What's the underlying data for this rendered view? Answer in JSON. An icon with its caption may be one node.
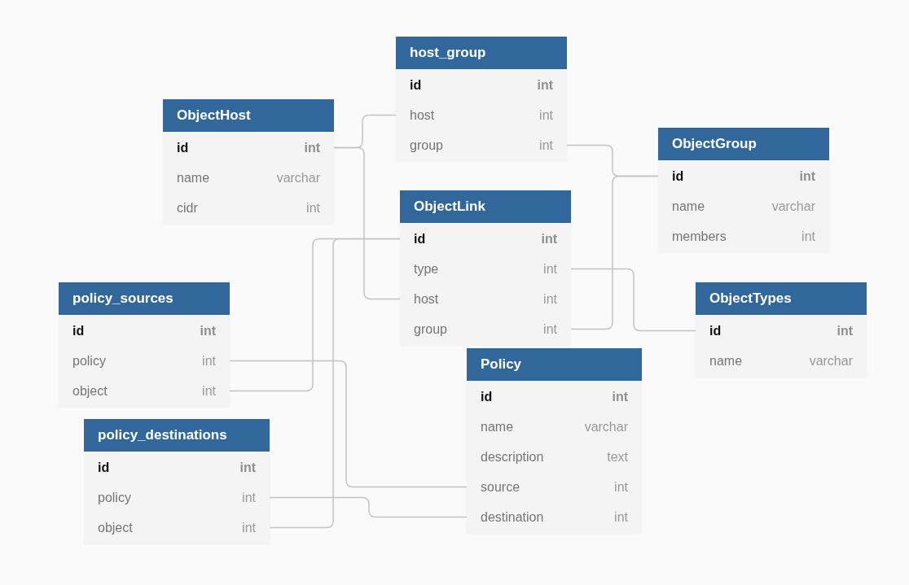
{
  "diagram": {
    "nodes": [
      {
        "text": [
          "host_group"
        ]
      },
      {
        "text": [
          "id",
          "int"
        ],
        "in": 0
      },
      {
        "text": [
          "host",
          "int"
        ],
        "in": 0
      },
      {
        "text": [
          "group",
          "int"
        ],
        "in": 0
      },
      {
        "text": [
          "ObjectHost"
        ]
      },
      {
        "text": [
          "id",
          "int"
        ],
        "in": 4
      },
      {
        "text": [
          "name",
          "varchar"
        ],
        "in": 4
      },
      {
        "text": [
          "cidr",
          "int"
        ],
        "in": 4
      },
      {
        "text": [
          "ObjectGroup"
        ]
      },
      {
        "text": [
          "id",
          "int"
        ],
        "in": 8
      },
      {
        "text": [
          "name",
          "varchar"
        ],
        "in": 8
      },
      {
        "text": [
          "members",
          "int"
        ],
        "in": 8
      },
      {
        "text": [
          "ObjectLink"
        ]
      },
      {
        "text": [
          "id",
          "int"
        ],
        "in": 12
      },
      {
        "text": [
          "type",
          "int"
        ],
        "in": 12
      },
      {
        "text": [
          "host",
          "int"
        ],
        "in": 12
      },
      {
        "text": [
          "group",
          "int"
        ],
        "in": 12
      },
      {
        "text": [
          "policy_sources"
        ]
      },
      {
        "text": [
          "id",
          "int"
        ],
        "in": 17
      },
      {
        "text": [
          "policy",
          "int"
        ],
        "in": 17
      },
      {
        "text": [
          "object",
          "int"
        ],
        "in": 17
      },
      {
        "text": [
          "ObjectTypes"
        ]
      },
      {
        "text": [
          "id",
          "int"
        ],
        "in": 21
      },
      {
        "text": [
          "name",
          "varchar"
        ],
        "in": 21
      },
      {
        "text": [
          "Policy"
        ]
      },
      {
        "text": [
          "id",
          "int"
        ],
        "in": 24
      },
      {
        "text": [
          "name",
          "varchar"
        ],
        "in": 24
      },
      {
        "text": [
          "description",
          "text"
        ],
        "in": 24
      },
      {
        "text": [
          "source",
          "int"
        ],
        "in": 24
      },
      {
        "text": [
          "destination",
          "int"
        ],
        "in": 24
      },
      {
        "text": [
          "policy_destinations"
        ]
      },
      {
        "text": [
          "id",
          "int"
        ],
        "in": 30
      },
      {
        "text": [
          "policy",
          "int"
        ],
        "in": 30
      },
      {
        "text": [
          "object",
          "int"
        ],
        "in": 30
      }
    ],
    "edges": [
      {
        "from": 2,
        "to": 5,
        "arrow": "none"
      },
      {
        "from": 15,
        "to": 5,
        "arrow": "none"
      },
      {
        "from": 3,
        "to": 9,
        "arrow": "none"
      },
      {
        "from": 16,
        "to": 9,
        "arrow": "none"
      },
      {
        "from": 14,
        "to": 22,
        "arrow": "none"
      },
      {
        "from": 20,
        "to": 13,
        "arrow": "none"
      },
      {
        "from": 33,
        "to": 13,
        "arrow": "none"
      },
      {
        "from": 19,
        "to": 28,
        "arrow": "none"
      },
      {
        "from": 32,
        "to": 29,
        "arrow": "none"
      }
    ]
  }
}
